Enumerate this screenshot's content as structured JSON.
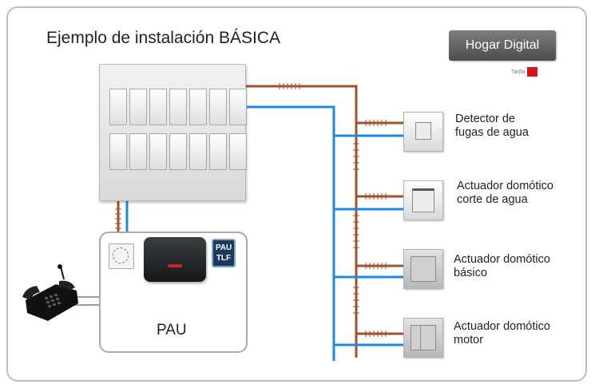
{
  "title": "Ejemplo de instalación BÁSICA",
  "logo": {
    "main": "Hogar Digital",
    "sub": "Tarifa",
    "accent_color": "#d4161c"
  },
  "panel": {
    "label": ""
  },
  "pau": {
    "label": "PAU",
    "tlf_line1": "PAU",
    "tlf_line2": "TLF"
  },
  "devices": [
    {
      "icon": "leak-detector-icon",
      "line1": "Detector de",
      "line2": "fugas de agua"
    },
    {
      "icon": "water-shutoff-actuator-icon",
      "line1": "Actuador domótico",
      "line2": "corte de agua"
    },
    {
      "icon": "basic-actuator-icon",
      "line1": "Actuador domótico",
      "line2": "básico"
    },
    {
      "icon": "motor-actuator-icon",
      "line1": "Actuador domótico",
      "line2": "motor"
    }
  ],
  "colors": {
    "power_line": "#a0522d",
    "data_line": "#1e88e5",
    "phone_line": "#9e9e9e"
  }
}
